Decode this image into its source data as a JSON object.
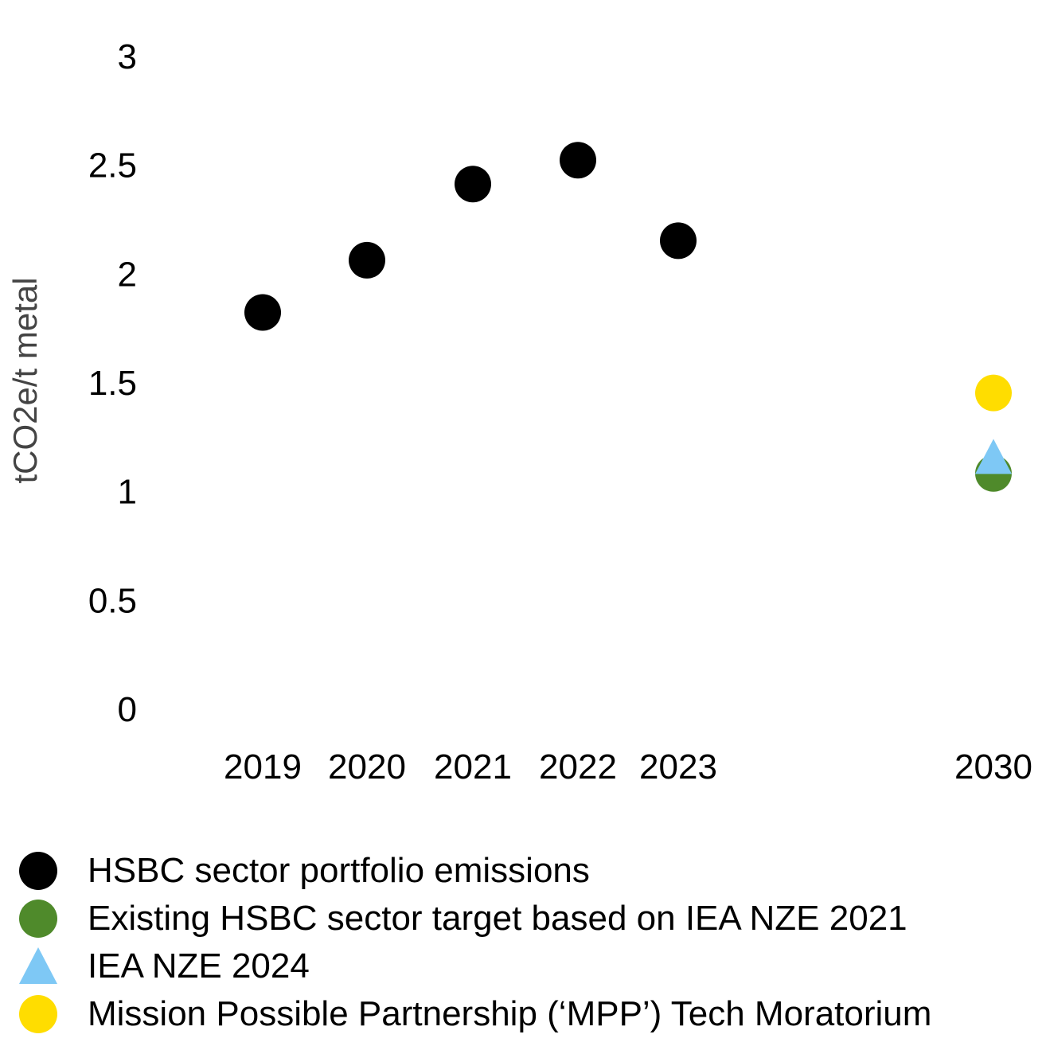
{
  "chart_data": {
    "type": "scatter",
    "title": "",
    "xlabel": "",
    "ylabel": "tCO2e/t metal",
    "ylim": [
      0,
      3
    ],
    "yticks": [
      "0",
      "0.5",
      "1",
      "1.5",
      "2",
      "2.5",
      "3"
    ],
    "x_categories": [
      "2019",
      "2020",
      "2021",
      "2022",
      "2023",
      "2030"
    ],
    "grid": false,
    "legend_position": "bottom",
    "series": [
      {
        "name": "HSBC sector portfolio emissions",
        "marker": "circle",
        "color": "#000000",
        "points": [
          {
            "x": "2019",
            "y": 1.82
          },
          {
            "x": "2020",
            "y": 2.06
          },
          {
            "x": "2021",
            "y": 2.41
          },
          {
            "x": "2022",
            "y": 2.52
          },
          {
            "x": "2023",
            "y": 2.15
          }
        ]
      },
      {
        "name": "Existing HSBC sector target based on IEA NZE 2021",
        "marker": "circle",
        "color": "#4f8a2b",
        "points": [
          {
            "x": "2030",
            "y": 1.08
          }
        ]
      },
      {
        "name": "IEA NZE 2024",
        "marker": "triangle",
        "color": "#7ec8f5",
        "points": [
          {
            "x": "2030",
            "y": 1.14
          }
        ]
      },
      {
        "name": "Mission Possible Partnership (‘MPP’) Tech Moratorium",
        "marker": "circle",
        "color": "#ffdd00",
        "points": [
          {
            "x": "2030",
            "y": 1.45
          }
        ]
      }
    ]
  }
}
